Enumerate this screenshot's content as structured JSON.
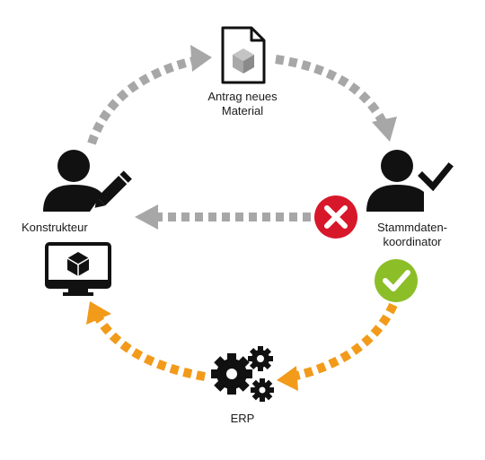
{
  "nodes": {
    "antrag": {
      "line1": "Antrag neues",
      "line2": "Material",
      "icon": "document-cube-icon"
    },
    "konstrukteur": {
      "label": "Konstrukteur",
      "icon": "user-pen-icon"
    },
    "stammdaten": {
      "line1": "Stammdaten-",
      "line2": "koordinator",
      "icon": "user-check-icon"
    },
    "monitor": {
      "icon": "monitor-cube-icon"
    },
    "erp": {
      "label": "ERP",
      "icon": "gears-icon"
    }
  },
  "status": {
    "rejected": {
      "icon": "x-circle-icon"
    },
    "approved": {
      "icon": "check-circle-icon"
    }
  },
  "colors": {
    "gray_arrow": "#a7a7a7",
    "orange_arrow": "#f29a1a",
    "reject_red": "#d7182a",
    "approve_green": "#8cbe28",
    "icon_black": "#111111"
  }
}
